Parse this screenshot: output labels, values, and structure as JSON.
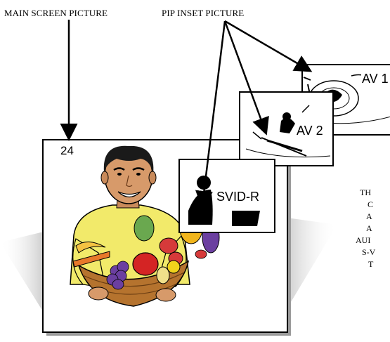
{
  "callouts": {
    "main_screen": "MAIN SCREEN PICTURE",
    "pip_inset": "PIP INSET PICTURE"
  },
  "main_screen": {
    "channel": "24"
  },
  "inset_frames": [
    {
      "label": "SVID-R"
    },
    {
      "label": "AV 2"
    },
    {
      "label": "AV 1"
    }
  ],
  "side_text_fragments": [
    "TH",
    "C",
    "A",
    "A",
    "AUI",
    "S-V",
    "T"
  ]
}
